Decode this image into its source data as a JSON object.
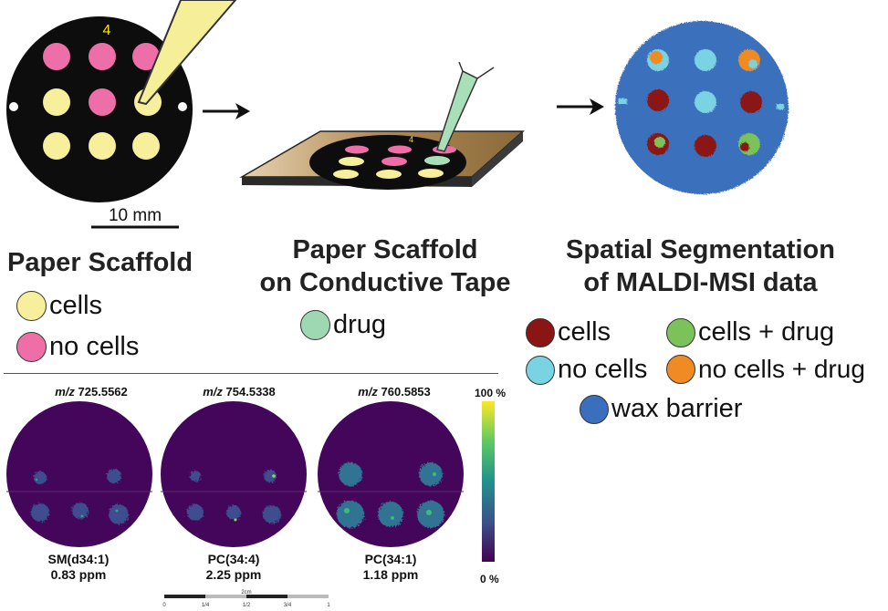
{
  "scaffold": {
    "number_label": "4",
    "scale_bar_label": "10 mm",
    "title": "Paper Scaffold",
    "legend": [
      {
        "label": "cells",
        "color": "#f8ef9d"
      },
      {
        "label": "no cells",
        "color": "#ee6fa8"
      }
    ]
  },
  "tape": {
    "number_label": "4",
    "title_line1": "Paper Scaffold",
    "title_line2": "on Conductive Tape",
    "legend": [
      {
        "label": "drug",
        "color": "#9ed8b2"
      }
    ]
  },
  "segmentation": {
    "title_line1": "Spatial Segmentation",
    "title_line2": "of MALDI-MSI data",
    "legend": [
      {
        "label": "cells",
        "color": "#8b1414"
      },
      {
        "label": "cells + drug",
        "color": "#7cc25a"
      },
      {
        "label": "no cells",
        "color": "#79d3e2"
      },
      {
        "label": "no cells + drug",
        "color": "#f08a23"
      },
      {
        "label": "wax barrier",
        "color": "#3b6fbd"
      }
    ]
  },
  "msi_images": [
    {
      "mz_prefix": "m/z",
      "mz_value": "725.5562",
      "lipid": "SM(d34:1)",
      "ppm": "0.83 ppm"
    },
    {
      "mz_prefix": "m/z",
      "mz_value": "754.5338",
      "lipid": "PC(34:4)",
      "ppm": "2.25 ppm"
    },
    {
      "mz_prefix": "m/z",
      "mz_value": "760.5853",
      "lipid": "PC(34:1)",
      "ppm": "1.18 ppm"
    }
  ],
  "colorbar": {
    "max_label": "100 %",
    "min_label": "0 %"
  },
  "bottom_scale": {
    "label": "2cm",
    "ticks": [
      "0",
      "1/4",
      "1/2",
      "3/4",
      "1"
    ]
  },
  "colors": {
    "scaffold_disc": "#0d0d0d",
    "tape": "#c6a77a",
    "msi_background": "#44065a",
    "pipette_yellow": "#f5ef9a",
    "pipette_green": "#a8dfb8"
  }
}
